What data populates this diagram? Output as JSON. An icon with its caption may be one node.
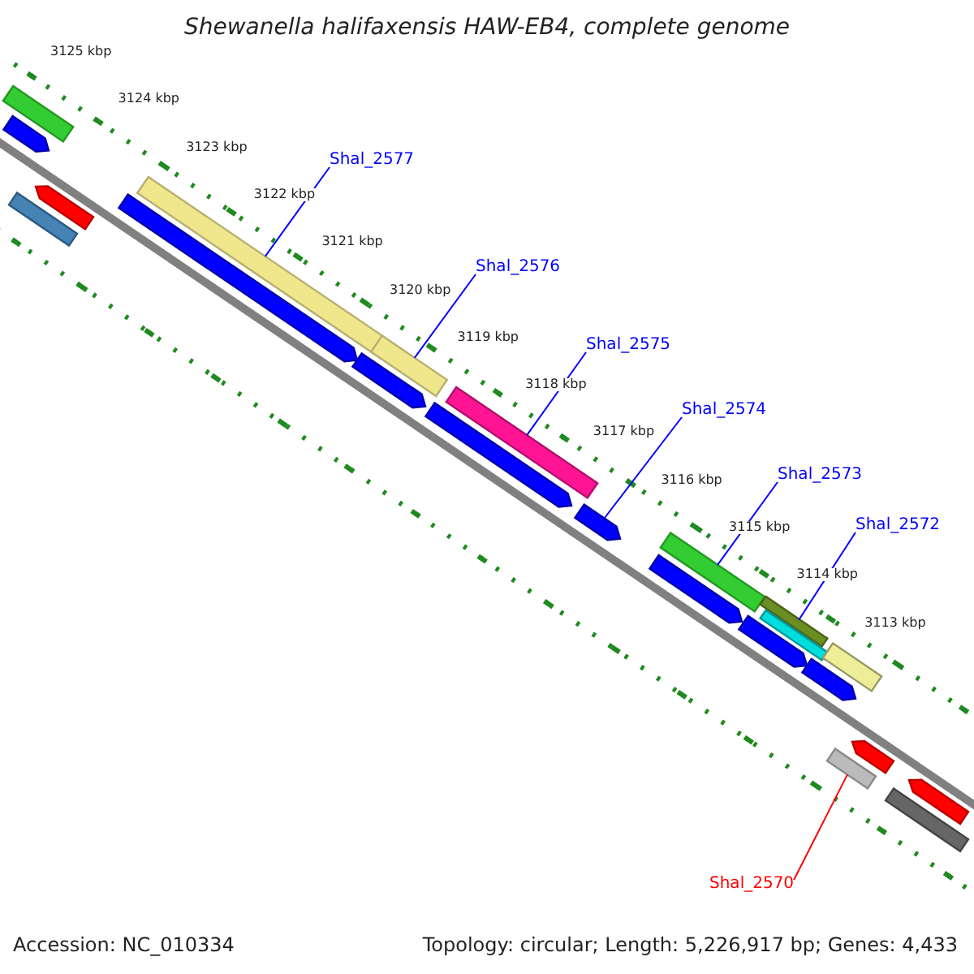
{
  "diagram": {
    "title": "Shewanella halifaxensis HAW-EB4, complete genome",
    "nodes": [
      {
        "text": [
          "Shal_2577"
        ]
      },
      {
        "text": [
          "Shal_2576"
        ]
      },
      {
        "text": [
          "Shal_2575"
        ]
      },
      {
        "text": [
          "Shal_2574"
        ]
      },
      {
        "text": [
          "Shal_2573"
        ]
      },
      {
        "text": [
          "Shal_2572"
        ]
      },
      {
        "text": [
          "Shal_2570"
        ]
      },
      {
        "text": [],
        "shape": "bar"
      },
      {
        "text": [],
        "shape": "arrow"
      },
      {
        "text": [],
        "shape": "arrow"
      },
      {
        "text": [],
        "shape": "bar"
      },
      {
        "text": [],
        "shape": "arrow"
      },
      {
        "text": [],
        "shape": "bar"
      },
      {
        "text": [],
        "shape": "bar"
      },
      {
        "text": [],
        "shape": "arrow"
      },
      {
        "text": [],
        "shape": "bar"
      },
      {
        "text": [],
        "shape": "arrow"
      },
      {
        "text": [],
        "shape": "arrow"
      },
      {
        "text": [],
        "shape": "arrow"
      },
      {
        "text": [],
        "shape": "bar"
      },
      {
        "text": [],
        "shape": "arrow"
      },
      {
        "text": [],
        "shape": "bar"
      },
      {
        "text": [],
        "shape": "arrow"
      },
      {
        "text": [],
        "shape": "bar"
      },
      {
        "text": [],
        "shape": "arrow"
      },
      {
        "text": [],
        "shape": "bar"
      },
      {
        "text": [],
        "shape": "bar"
      },
      {
        "text": [],
        "shape": "arrow"
      }
    ],
    "edges": [
      {
        "from": 0,
        "to": 12,
        "arrow": "none"
      },
      {
        "from": 1,
        "to": 13,
        "arrow": "none"
      },
      {
        "from": 2,
        "to": 15,
        "arrow": "none"
      },
      {
        "from": 3,
        "to": 17,
        "arrow": "none"
      },
      {
        "from": 4,
        "to": 19,
        "arrow": "none"
      },
      {
        "from": 5,
        "to": 21,
        "arrow": "none"
      },
      {
        "from": 6,
        "to": 25,
        "arrow": "none",
        "color": "#ff0000"
      }
    ],
    "labels": [
      "3125 kbp",
      "3124 kbp",
      "3123 kbp",
      "3122 kbp",
      "3121 kbp",
      "3120 kbp",
      "3119 kbp",
      "3118 kbp",
      "3117 kbp",
      "3116 kbp",
      "3115 kbp",
      "3114 kbp",
      "3113 kbp",
      "Accession: NC_010334",
      "Topology: circular; Length: 5,226,917 bp; Genes: 4,433"
    ]
  }
}
